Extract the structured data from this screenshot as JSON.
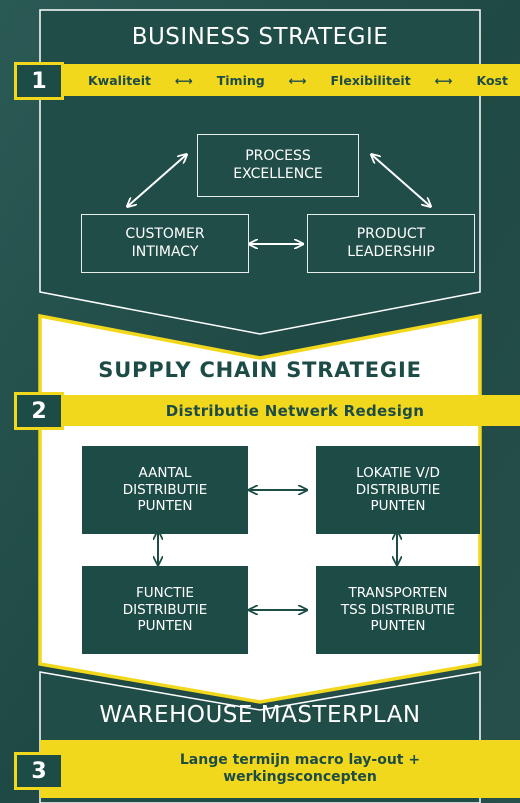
{
  "section1": {
    "number": "1",
    "title": "BUSINESS STRATEGIE",
    "bar": {
      "items": [
        "Kwaliteit",
        "Timing",
        "Flexibiliteit",
        "Kost"
      ]
    },
    "boxes": {
      "process": "PROCESS\nEXCELLENCE",
      "customer": "CUSTOMER\nINTIMACY",
      "product": "PRODUCT\nLEADERSHIP"
    }
  },
  "section2": {
    "number": "2",
    "title": "SUPPLY CHAIN STRATEGIE",
    "bar_text": "Distributie Netwerk Redesign",
    "boxes": {
      "aantal": "AANTAL\nDISTRIBUTIE\nPUNTEN",
      "lokatie": "LOKATIE V/D\nDISTRIBUTIE\nPUNTEN",
      "functie": "FUNCTIE\nDISTRIBUTIE\nPUNTEN",
      "transporten": "TRANSPORTEN\nTSS DISTRIBUTIE\nPUNTEN"
    }
  },
  "section3": {
    "number": "3",
    "title": "WAREHOUSE MASTERPLAN",
    "bar_text": "Lange termijn macro lay-out +\nwerkingsconcepten"
  },
  "colors": {
    "teal": "#1d4c47",
    "yellow": "#f2d81c",
    "white": "#ffffff",
    "background": "#1f4a46"
  }
}
